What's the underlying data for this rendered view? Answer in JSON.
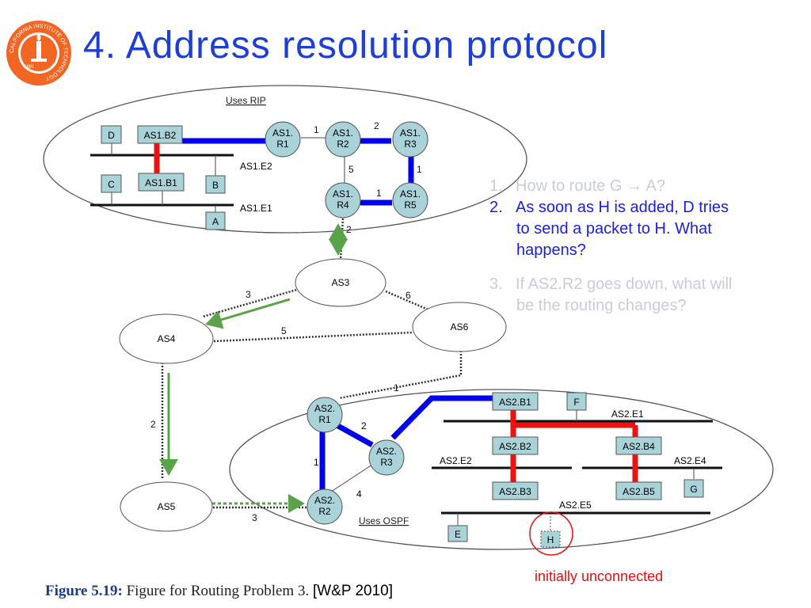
{
  "title": "4. Address resolution protocol",
  "logo": {
    "icon": "caltech-seal-icon",
    "year": "1891",
    "ring_text": "CALIFORNIA INSTITUTE OF TECHNOLOGY",
    "color": "#f26522"
  },
  "questions": [
    {
      "num": "1.",
      "text": "How to route G → A?",
      "state": "faded"
    },
    {
      "num": "2.",
      "line1": "As soon as H is added, D tries",
      "cont": [
        "to send a packet to H.  What",
        "happens?"
      ],
      "state": "active"
    },
    {
      "num": "3.",
      "line1": "If AS2.R2 goes down, what will",
      "cont": [
        "be the routing changes?"
      ],
      "state": "faded"
    }
  ],
  "annotation": "initially unconnected",
  "caption": {
    "figure": "Figure 5.19:",
    "text": "Figure for Routing Problem 3.",
    "ref": "[W&P 2010]"
  },
  "diagram": {
    "as1": {
      "label": "Uses RIP",
      "routers": {
        "r1": "AS1.\nR1",
        "r2": "AS1.\nR2",
        "r3": "AS1.\nR3",
        "r4": "AS1.\nR4",
        "r5": "AS1.\nR5"
      },
      "bridges": {
        "b1": "AS1.B1",
        "b2": "AS1.B2"
      },
      "hosts": {
        "a": "A",
        "b": "B",
        "c": "C",
        "d": "D"
      },
      "ethernets": {
        "e1": "AS1.E1",
        "e2": "AS1.E2"
      },
      "link_costs": {
        "r1_r2": "1",
        "r2_r3": "2",
        "r2_r4": "5",
        "r3_r5": "1",
        "r4_r5": "1"
      }
    },
    "as2": {
      "label": "Uses OSPF",
      "routers": {
        "r1": "AS2.\nR1",
        "r2": "AS2.\nR2",
        "r3": "AS2.\nR3"
      },
      "bridges": {
        "b1": "AS2.B1",
        "b2": "AS2.B2",
        "b3": "AS2.B3",
        "b4": "AS2.B4",
        "b5": "AS2.B5"
      },
      "hosts": {
        "e": "E",
        "f": "F",
        "g": "G",
        "h": "H"
      },
      "ethernets": {
        "e1": "AS2.E1",
        "e2": "AS2.E2",
        "e4": "AS2.E4",
        "e5": "AS2.E5"
      },
      "link_costs": {
        "r1_r3": "2",
        "r1_r2": "1",
        "r2_r3": "4"
      }
    },
    "as_nodes": {
      "as3": "AS3",
      "as4": "AS4",
      "as5": "AS5",
      "as6": "AS6"
    },
    "inter_costs": {
      "as1_as3": "2",
      "as3_as4": "3",
      "as3_as6": "6",
      "as4_as6": "5",
      "as4_as5": "2",
      "as5_as2": "3",
      "as6_as2": "1"
    },
    "colors": {
      "blue_link": "#0000ee",
      "red_link": "#ee1111",
      "green_arrow": "#5aa34a",
      "router_fill": "#a9d3d9",
      "box_fill": "#a9d3d9",
      "annotation_circle": "#e01010"
    }
  }
}
